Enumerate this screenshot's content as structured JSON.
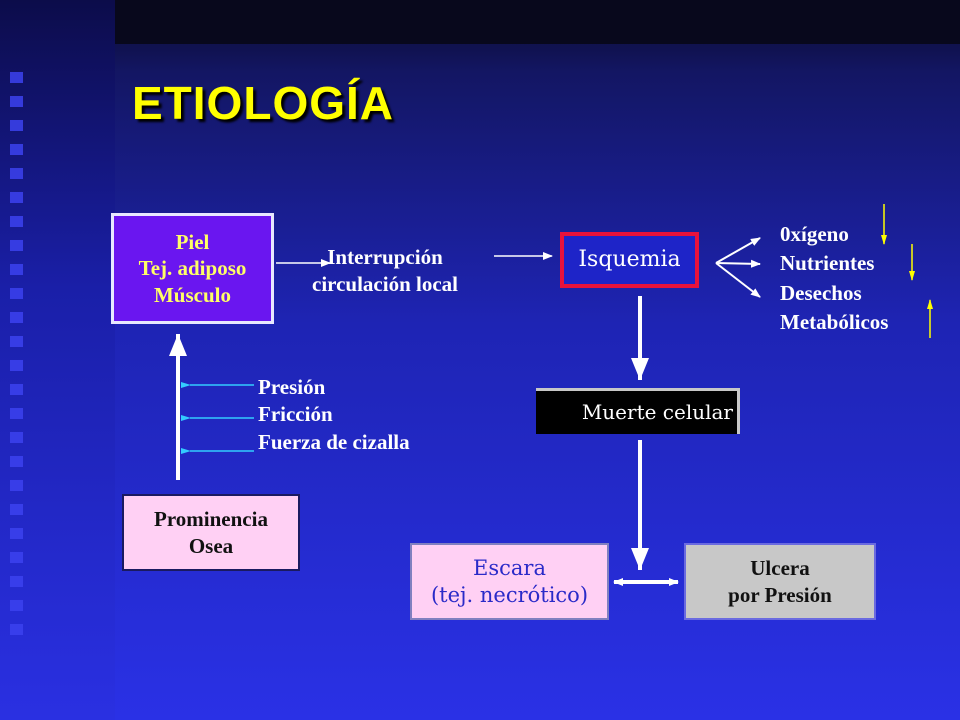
{
  "title": "ETIOLOGÍA",
  "nodes": {
    "piel": {
      "lines": [
        "Piel",
        "Tej. adiposo",
        "Músculo"
      ]
    },
    "interrupcion": {
      "lines": [
        "Interrupción",
        "circulación local"
      ]
    },
    "isquemia": {
      "label": "Isquemia"
    },
    "efectos": {
      "lines": [
        "0xígeno",
        "Nutrientes",
        "Desechos",
        "Metabólicos"
      ]
    },
    "factores": {
      "lines": [
        "Presión",
        "Fricción",
        "Fuerza de cizalla"
      ]
    },
    "prominencia": {
      "lines": [
        "Prominencia",
        "Osea"
      ]
    },
    "muerte": {
      "label": "Muerte celular"
    },
    "escara": {
      "lines": [
        "Escara",
        "(tej. necrótico)"
      ]
    },
    "ulcera": {
      "lines": [
        "Ulcera",
        "por Presión"
      ]
    }
  },
  "colors": {
    "title": "#ffff00",
    "piel_fill": "#6a16f0",
    "isquemia_border": "#e8123c",
    "factor_arrows": "#33ccff",
    "trend_arrows": "#ffff00"
  }
}
